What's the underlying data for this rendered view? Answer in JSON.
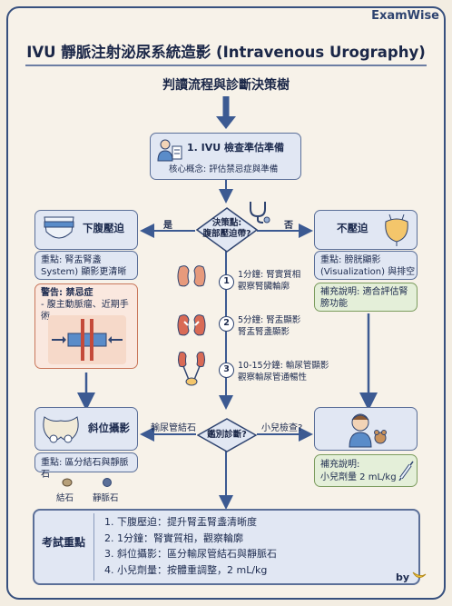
{
  "brand": "ExamWise",
  "title": "IVU 靜脈注射泌尿系統造影 (Intravenous Urography)",
  "subtitle": "判讀流程與診斷決策樹",
  "start": {
    "label": "1. IVU 檢查準估準備",
    "concept": "核心概念: 評估禁忌症與準備"
  },
  "decision1": {
    "line1": "決策點:",
    "line2": "腹部壓迫帶?",
    "yes": "是",
    "no": "否"
  },
  "left_branch": {
    "title": "下腹壓迫",
    "key_line1": "重點: 腎盂腎盞",
    "key_line2": "System) 顯影更清晰",
    "warning_line1": "警告: 禁忌症",
    "warning_line2": "- 腹主動脈瘤、近期手術"
  },
  "right_branch": {
    "title": "不壓迫",
    "key_line1": "重點: 膀胱顯影",
    "key_line2": "(Visualization) 與排空",
    "note_line1": "補充說明: 適合評估腎",
    "note_line2": "膀功能"
  },
  "steps": [
    {
      "num": "1",
      "line1": "1分鐘: 腎實質相",
      "line2": "觀察腎臟輪廓"
    },
    {
      "num": "2",
      "line1": "5分鐘: 腎盂顯影",
      "line2": "腎盂腎盞顯影"
    },
    {
      "num": "3",
      "line1": "10-15分鐘: 輸尿管顯影",
      "line2": "觀察輸尿管通暢性"
    }
  ],
  "decision2": {
    "line1": "鑑別診斷?",
    "left": "輸尿管結石",
    "right": "小兒檢查?"
  },
  "oblique": {
    "title": "斜位攝影",
    "key": "重點: 區分結石與靜脈石",
    "legend_stone": "結石",
    "legend_phlebolith": "靜脈石"
  },
  "pediatric": {
    "line1": "補充說明:",
    "line2": "小兒劑量 2 mL/kg"
  },
  "exam": {
    "label": "考試重點",
    "items": [
      "1. 下腹壓迫：提升腎盂腎盞清晰度",
      "2. 1分鐘：腎實質相，觀察輪廓",
      "3. 斜位攝影：區分輸尿管結石與靜脈石",
      "4. 小兒劑量：按體重調整，2 mL/kg"
    ]
  },
  "signature": "by",
  "colors": {
    "navy": "#2f4470",
    "arrow": "#3c5a92",
    "blueBox": "#e1e7f3",
    "greenBox": "#e4efd9",
    "redBox": "#fae8df"
  }
}
